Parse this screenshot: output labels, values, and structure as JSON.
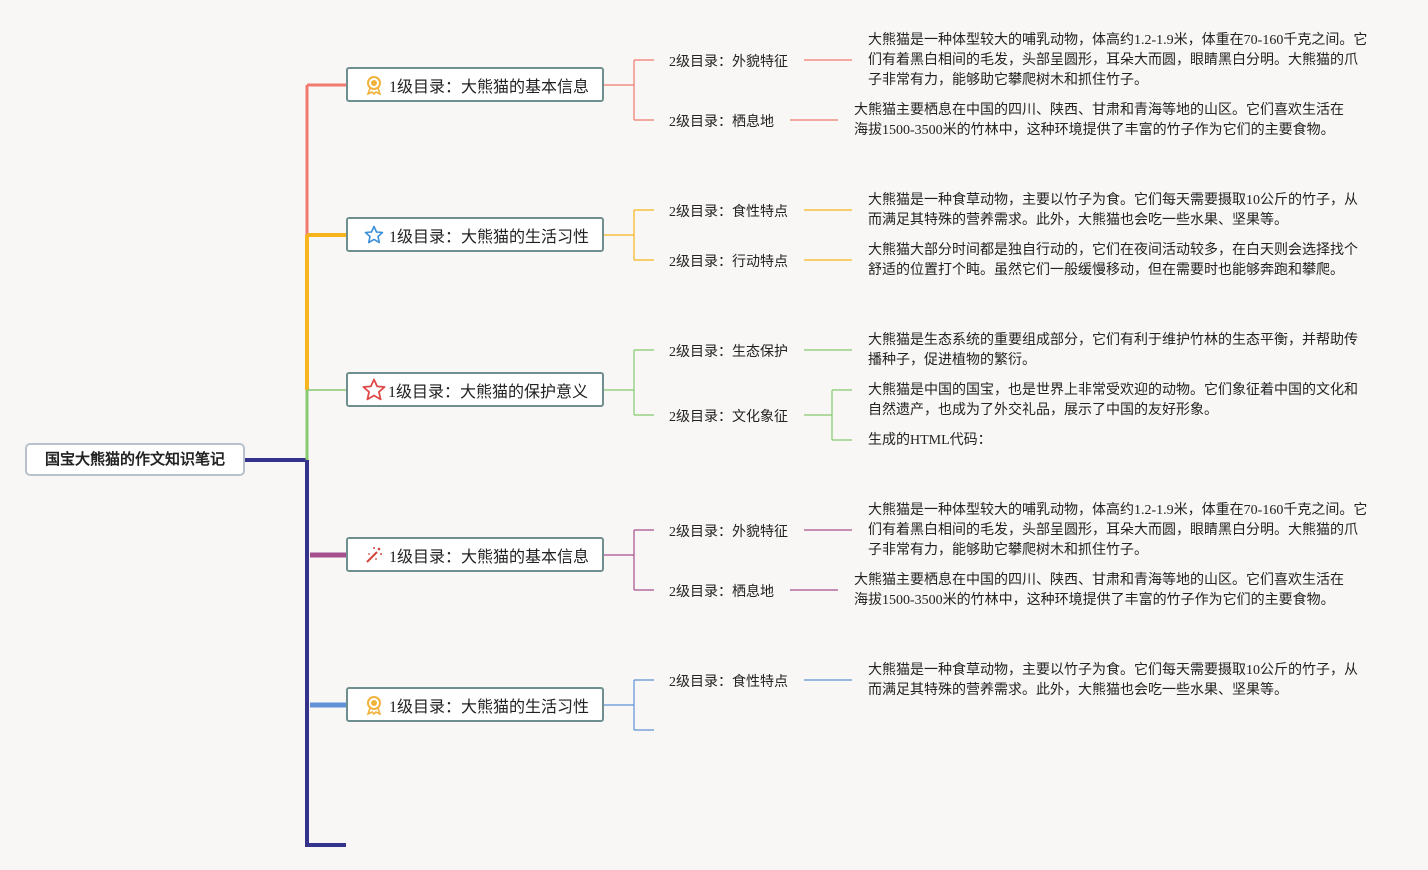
{
  "root": {
    "title": "国宝大熊猫的作文知识笔记"
  },
  "branches": [
    {
      "label": "1级目录：大熊猫的基本信息",
      "icon": "award-ribbon-icon",
      "color": "#ee7b6e",
      "children": [
        {
          "label": "2级目录：外貌特征",
          "leaves": [
            "大熊猫是一种体型较大的哺乳动物，体高约1.2-1.9米，体重在70-160千克之间。它们有着黑白相间的毛发，头部呈圆形，耳朵大而圆，眼睛黑白分明。大熊猫的爪子非常有力，能够助它攀爬树木和抓住竹子。"
          ]
        },
        {
          "label": "2级目录：栖息地",
          "leaves": [
            "大熊猫主要栖息在中国的四川、陕西、甘肃和青海等地的山区。它们喜欢生活在海拔1500-3500米的竹林中，这种环境提供了丰富的竹子作为它们的主要食物。"
          ]
        }
      ]
    },
    {
      "label": "1级目录：大熊猫的生活习性",
      "icon": "star-icon",
      "color": "#f6b51e",
      "children": [
        {
          "label": "2级目录：食性特点",
          "leaves": [
            "大熊猫是一种食草动物，主要以竹子为食。它们每天需要摄取10公斤的竹子，从而满足其特殊的营养需求。此外，大熊猫也会吃一些水果、坚果等。"
          ]
        },
        {
          "label": "2级目录：行动特点",
          "leaves": [
            "大熊猫大部分时间都是独自行动的，它们在夜间活动较多，在白天则会选择找个舒适的位置打个盹。虽然它们一般缓慢移动，但在需要时也能够奔跑和攀爬。"
          ]
        }
      ]
    },
    {
      "label": "1级目录：大熊猫的保护意义",
      "icon": "star-outline-red-icon",
      "color": "#86c96f",
      "children": [
        {
          "label": "2级目录：生态保护",
          "leaves": [
            "大熊猫是生态系统的重要组成部分，它们有利于维护竹林的生态平衡，并帮助传播种子，促进植物的繁衍。"
          ]
        },
        {
          "label": "2级目录：文化象征",
          "leaves": [
            "大熊猫是中国的国宝，也是世界上非常受欢迎的动物。它们象征着中国的文化和自然遗产，也成为了外交礼品，展示了中国的友好形象。",
            "生成的HTML代码："
          ]
        }
      ]
    },
    {
      "label": "1级目录：大熊猫的基本信息",
      "icon": "magic-wand-icon",
      "color": "#a5508f",
      "children": [
        {
          "label": "2级目录：外貌特征",
          "leaves": [
            "大熊猫是一种体型较大的哺乳动物，体高约1.2-1.9米，体重在70-160千克之间。它们有着黑白相间的毛发，头部呈圆形，耳朵大而圆，眼睛黑白分明。大熊猫的爪子非常有力，能够助它攀爬树木和抓住竹子。"
          ]
        },
        {
          "label": "2级目录：栖息地",
          "leaves": [
            "大熊猫主要栖息在中国的四川、陕西、甘肃和青海等地的山区。它们喜欢生活在海拔1500-3500米的竹林中，这种环境提供了丰富的竹子作为它们的主要食物。"
          ]
        }
      ]
    },
    {
      "label": "1级目录：大熊猫的生活习性",
      "icon": "award-ribbon-icon",
      "color": "#5f93d6",
      "children": [
        {
          "label": "2级目录：食性特点",
          "leaves": [
            "大熊猫是一种食草动物，主要以竹子为食。它们每天需要摄取10公斤的竹子，从而满足其特殊的营养需求。此外，大熊猫也会吃一些水果、坚果等。"
          ]
        }
      ]
    }
  ],
  "colors": {
    "trunk": "#34328b",
    "bottom_branch": "#4a3a8c",
    "node_border": "#6f8f8f"
  }
}
